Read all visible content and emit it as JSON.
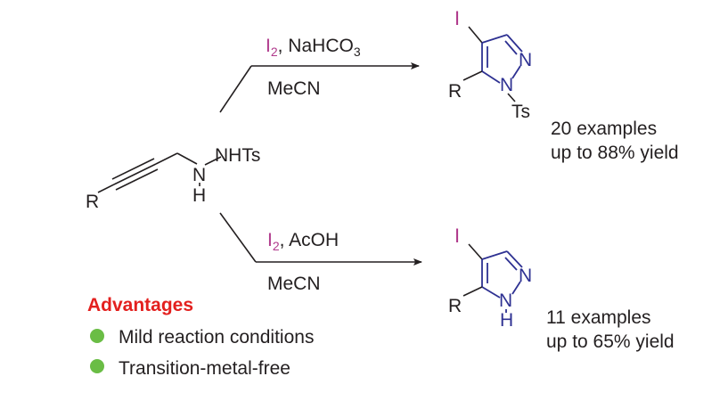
{
  "starting_material": {
    "r_label": "R",
    "nh_label": "N",
    "h_label": "H",
    "nhts_label": "NHTs"
  },
  "reaction_top": {
    "reagent_iodine": "I",
    "reagent_iodine_sub": "2",
    "reagent_rest": ", NaHCO",
    "reagent_rest_sub": "3",
    "solvent": "MeCN"
  },
  "reaction_bottom": {
    "reagent_iodine": "I",
    "reagent_iodine_sub": "2",
    "reagent_rest": ", AcOH",
    "solvent": "MeCN"
  },
  "product_top": {
    "iodo_label": "I",
    "r_label": "R",
    "n1_label": "N",
    "n2_label": "N",
    "ts_label": "Ts",
    "examples": "20 examples",
    "yield": "up to 88% yield"
  },
  "product_bottom": {
    "iodo_label": "I",
    "r_label": "R",
    "n_label": "N",
    "nh_label": "N",
    "h_label": "H",
    "examples": "11 examples",
    "yield": "up to 65% yield"
  },
  "advantages": {
    "title": "Advantages",
    "items": [
      "Mild reaction conditions",
      "Transition-metal-free"
    ]
  },
  "colors": {
    "iodine": "#b03a8c",
    "pyrazole_ring": "#2e3192",
    "advantages_title": "#e3201e",
    "bullet": "#6abd45"
  }
}
